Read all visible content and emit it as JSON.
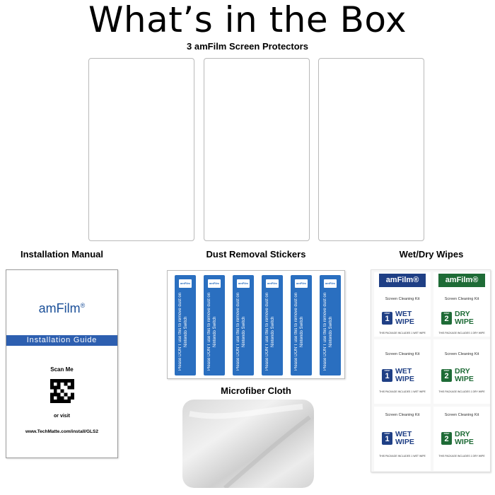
{
  "title": "What’s in the Box",
  "captions": {
    "protectors": "3 amFilm Screen Protectors",
    "manual": "Installation Manual",
    "stickers": "Dust Removal Stickers",
    "wipes": "Wet/Dry Wipes",
    "cloth": "Microfiber Cloth"
  },
  "manual": {
    "brand": "amFilm",
    "registered": "®",
    "guide": "Installation Guide",
    "scan": "Scan Me",
    "or_visit": "or visit",
    "url": "www.TechMatte.com/install/GLS2"
  },
  "sticker": {
    "tab": "amFilm",
    "text": "Please DON'T use this to remove dust on Nintendo Switch"
  },
  "wipes": {
    "brand": "amFilm®",
    "kit": "Screen Cleaning Kit",
    "step_label": "STEP",
    "wet": {
      "step": "1",
      "word1": "WET",
      "word2": "WIPE",
      "foot": "THIS PACKAGE INCLUDES 1 WET WIPE"
    },
    "dry": {
      "step": "2",
      "word1": "DRY",
      "word2": "WIPE",
      "foot": "THIS PACKAGE INCLUDES 1 DRY WIPE"
    }
  },
  "colors": {
    "manual_blue": "#2d5fb0",
    "sticker_blue": "#2a6fc0",
    "wet_blue": "#1f3f85",
    "dry_green": "#1e6b36"
  }
}
